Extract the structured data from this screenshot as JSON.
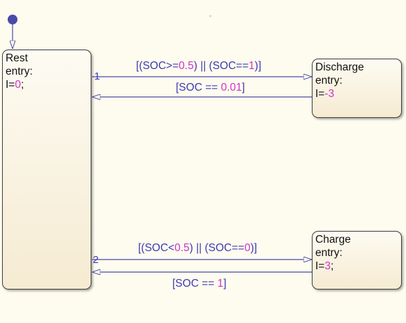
{
  "states": {
    "rest": {
      "name": "Rest",
      "action_label": "entry:",
      "var": "I=",
      "value": "0",
      "suffix": ";"
    },
    "discharge": {
      "name": "Discharge",
      "action_label": "entry:",
      "var": "I=",
      "value": "-3",
      "suffix": ""
    },
    "charge": {
      "name": "Charge",
      "action_label": "entry:",
      "var": "I=",
      "value": "3",
      "suffix": ";"
    }
  },
  "transitions": {
    "rest_to_discharge": {
      "priority": "1",
      "p1": "[(SOC>=",
      "n1": "0.5",
      "p2": ") || (SOC==",
      "n2": "1",
      "p3": ")]"
    },
    "discharge_to_rest": {
      "p1": "[SOC == ",
      "n1": "0.01",
      "p2": "]"
    },
    "rest_to_charge": {
      "priority": "2",
      "p1": "[(SOC<",
      "n1": "0.5",
      "p2": ") || (SOC==",
      "n2": "0",
      "p3": ")]"
    },
    "charge_to_rest": {
      "p1": "[SOC == ",
      "n1": "1",
      "p2": "]"
    }
  },
  "colors": {
    "background": "#fefbef",
    "transition": "#4a4aa8",
    "label": "#3b3bb4",
    "number": "#cc33cc",
    "state_border": "#3d3d3d"
  }
}
